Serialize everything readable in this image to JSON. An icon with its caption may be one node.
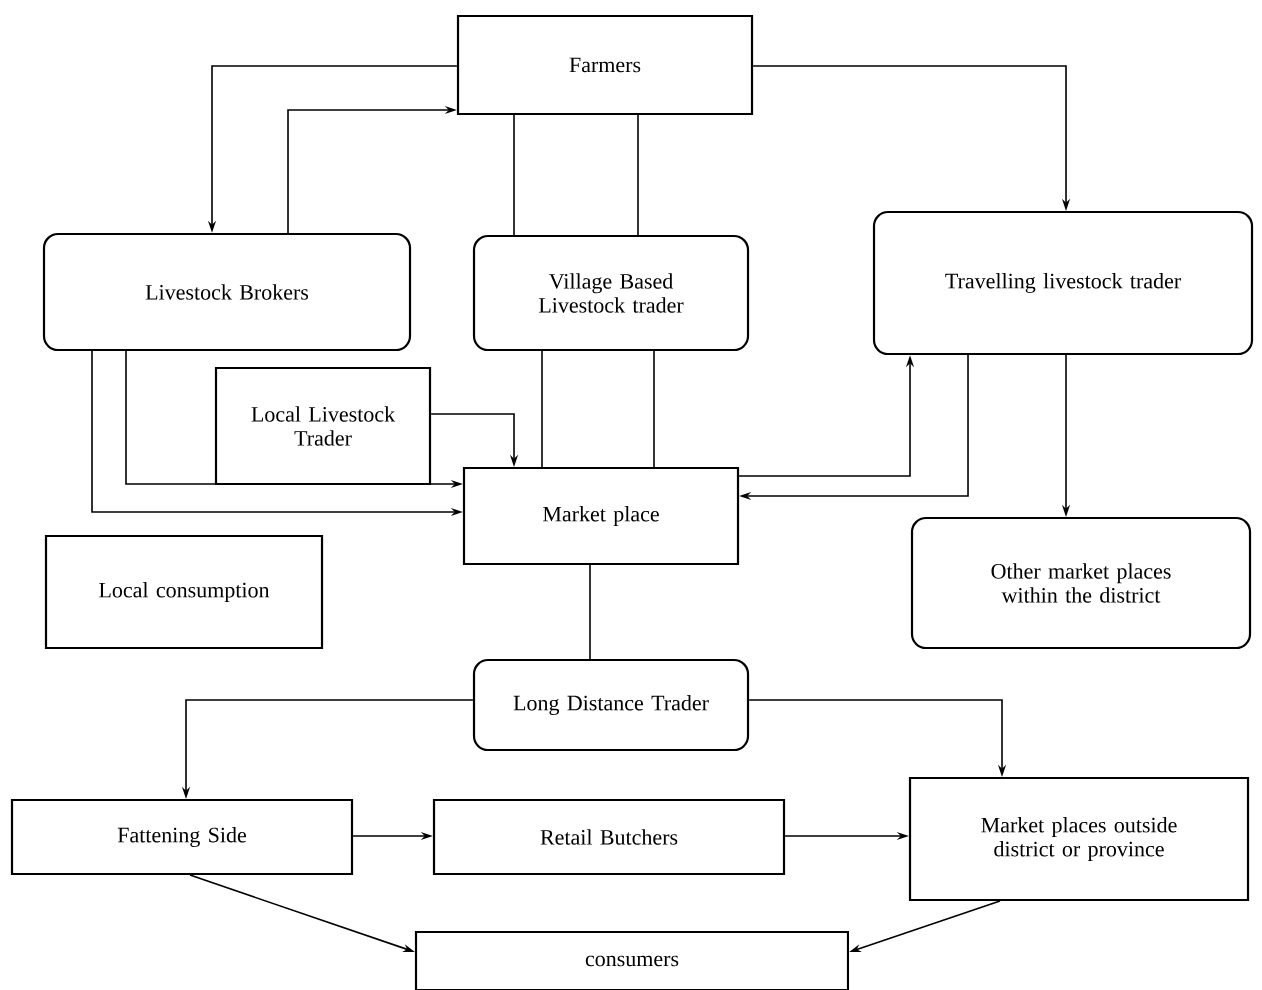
{
  "diagram": {
    "nodes": [
      {
        "text": [
          "Farmers"
        ]
      },
      {
        "text": [
          "Livestock Brokers"
        ]
      },
      {
        "text": [
          "Village Based Livestock trader"
        ]
      },
      {
        "text": [
          "Travelling livestock trader"
        ]
      },
      {
        "text": [
          "Local Livestock Trader"
        ]
      },
      {
        "text": [
          "Market place"
        ]
      },
      {
        "text": [
          "Local consumption"
        ]
      },
      {
        "text": [
          "Other market places within the district"
        ]
      },
      {
        "text": [
          "Long Distance Trader"
        ]
      },
      {
        "text": [
          "Fattening Side"
        ]
      },
      {
        "text": [
          "Retail Butchers"
        ]
      },
      {
        "text": [
          "Market places outside district or province"
        ]
      },
      {
        "text": [
          "consumers"
        ]
      }
    ],
    "edges": [
      {
        "from": 0,
        "to": 1,
        "arrow": "to"
      },
      {
        "from": 1,
        "to": 0,
        "arrow": "to"
      },
      {
        "from": 0,
        "to": 2,
        "arrow": "none"
      },
      {
        "from": 0,
        "to": 2,
        "arrow": "none"
      },
      {
        "from": 0,
        "to": 3,
        "arrow": "to"
      },
      {
        "from": 1,
        "to": 5,
        "arrow": "to"
      },
      {
        "from": 1,
        "to": 5,
        "arrow": "to"
      },
      {
        "from": 4,
        "to": 5,
        "arrow": "to"
      },
      {
        "from": 2,
        "to": 5,
        "arrow": "none"
      },
      {
        "from": 2,
        "to": 5,
        "arrow": "none"
      },
      {
        "from": 5,
        "to": 3,
        "arrow": "to"
      },
      {
        "from": 3,
        "to": 5,
        "arrow": "to"
      },
      {
        "from": 3,
        "to": 7,
        "arrow": "to"
      },
      {
        "from": 5,
        "to": 8,
        "arrow": "none"
      },
      {
        "from": 8,
        "to": 9,
        "arrow": "to"
      },
      {
        "from": 8,
        "to": 11,
        "arrow": "to"
      },
      {
        "from": 9,
        "to": 10,
        "arrow": "to"
      },
      {
        "from": 10,
        "to": 11,
        "arrow": "to"
      },
      {
        "from": 9,
        "to": 12,
        "arrow": "to"
      },
      {
        "from": 11,
        "to": 12,
        "arrow": "to"
      }
    ]
  }
}
